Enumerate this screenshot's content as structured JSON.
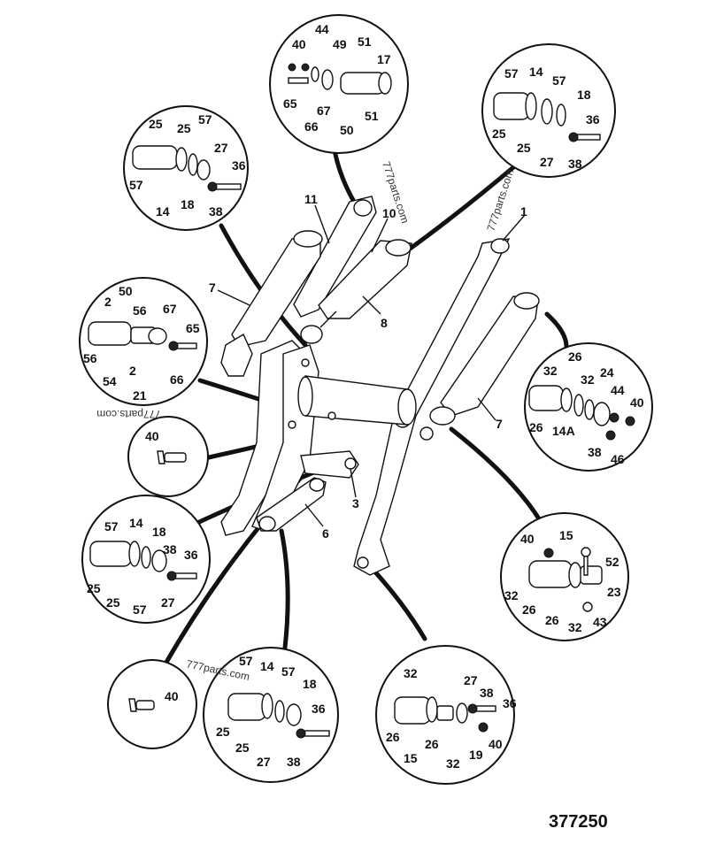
{
  "diagram": {
    "reference_number": "377250",
    "watermarks": [
      "777parts.com",
      "777parts.com",
      "777parts.com",
      "777parts.com"
    ],
    "main_labels": [
      "1",
      "11",
      "10",
      "7",
      "8",
      "7",
      "3",
      "6"
    ],
    "detail_circles": {
      "top_center": [
        "44",
        "40",
        "49",
        "51",
        "17",
        "65",
        "67",
        "66",
        "50",
        "51"
      ],
      "top_right": [
        "57",
        "14",
        "57",
        "18",
        "25",
        "25",
        "36",
        "27",
        "38"
      ],
      "upper_left": [
        "25",
        "25",
        "57",
        "27",
        "36",
        "57",
        "14",
        "18",
        "38"
      ],
      "mid_left": [
        "2",
        "50",
        "56",
        "67",
        "65",
        "56",
        "54",
        "2",
        "66",
        "21"
      ],
      "grease_nipple_mid": [
        "40"
      ],
      "right_mid": [
        "32",
        "26",
        "24",
        "32",
        "44",
        "40",
        "26",
        "14A",
        "38",
        "46"
      ],
      "lower_left": [
        "57",
        "14",
        "18",
        "38",
        "36",
        "25",
        "25",
        "57",
        "27"
      ],
      "lower_right": [
        "40",
        "15",
        "52",
        "32",
        "23",
        "26",
        "26",
        "32",
        "43"
      ],
      "grease_nipple_bottom": [
        "40"
      ],
      "bottom_center": [
        "57",
        "14",
        "57",
        "18",
        "36",
        "25",
        "25",
        "27",
        "38"
      ],
      "bottom_right": [
        "32",
        "27",
        "38",
        "36",
        "26",
        "26",
        "15",
        "32",
        "19",
        "40"
      ]
    }
  }
}
